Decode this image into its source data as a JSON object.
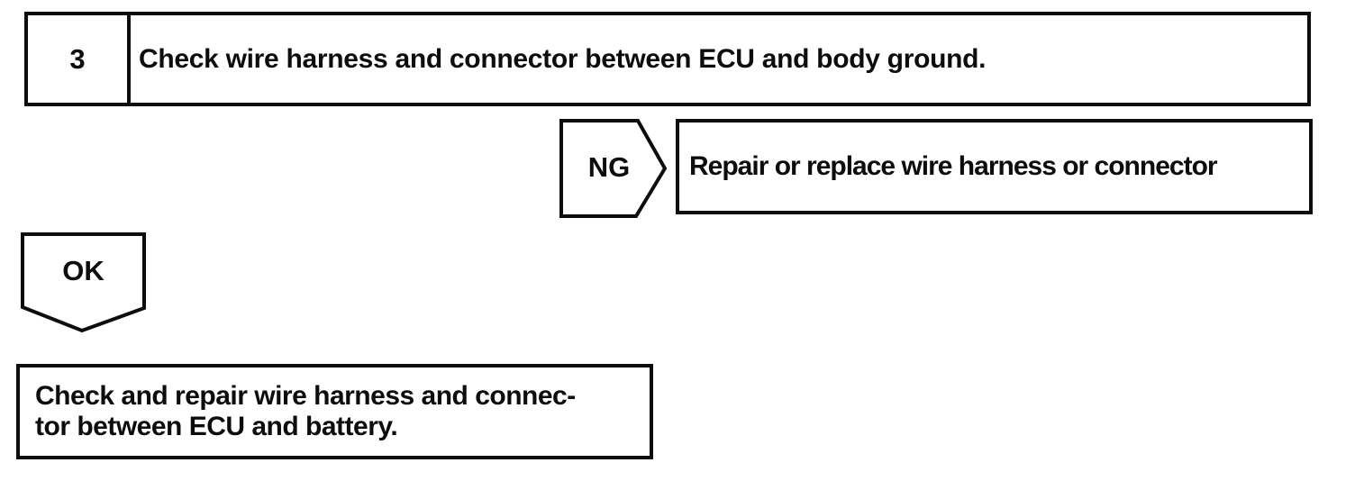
{
  "colors": {
    "ink": "#0d0d0d",
    "paper": "#ffffff"
  },
  "step_box": {
    "number": "3",
    "instruction": "Check wire harness and connector between ECU and body ground."
  },
  "ng_branch": {
    "label": "NG",
    "action": "Repair or replace wire harness or connector"
  },
  "ok_branch": {
    "label": "OK",
    "action_line1": "Check and repair wire harness and connec-",
    "action_line2": "tor between ECU and battery."
  }
}
